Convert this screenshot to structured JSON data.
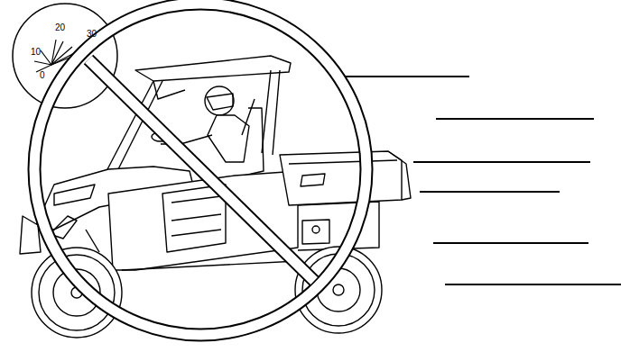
{
  "diagram": {
    "labels": [
      "20",
      "30",
      "10",
      "0"
    ]
  }
}
